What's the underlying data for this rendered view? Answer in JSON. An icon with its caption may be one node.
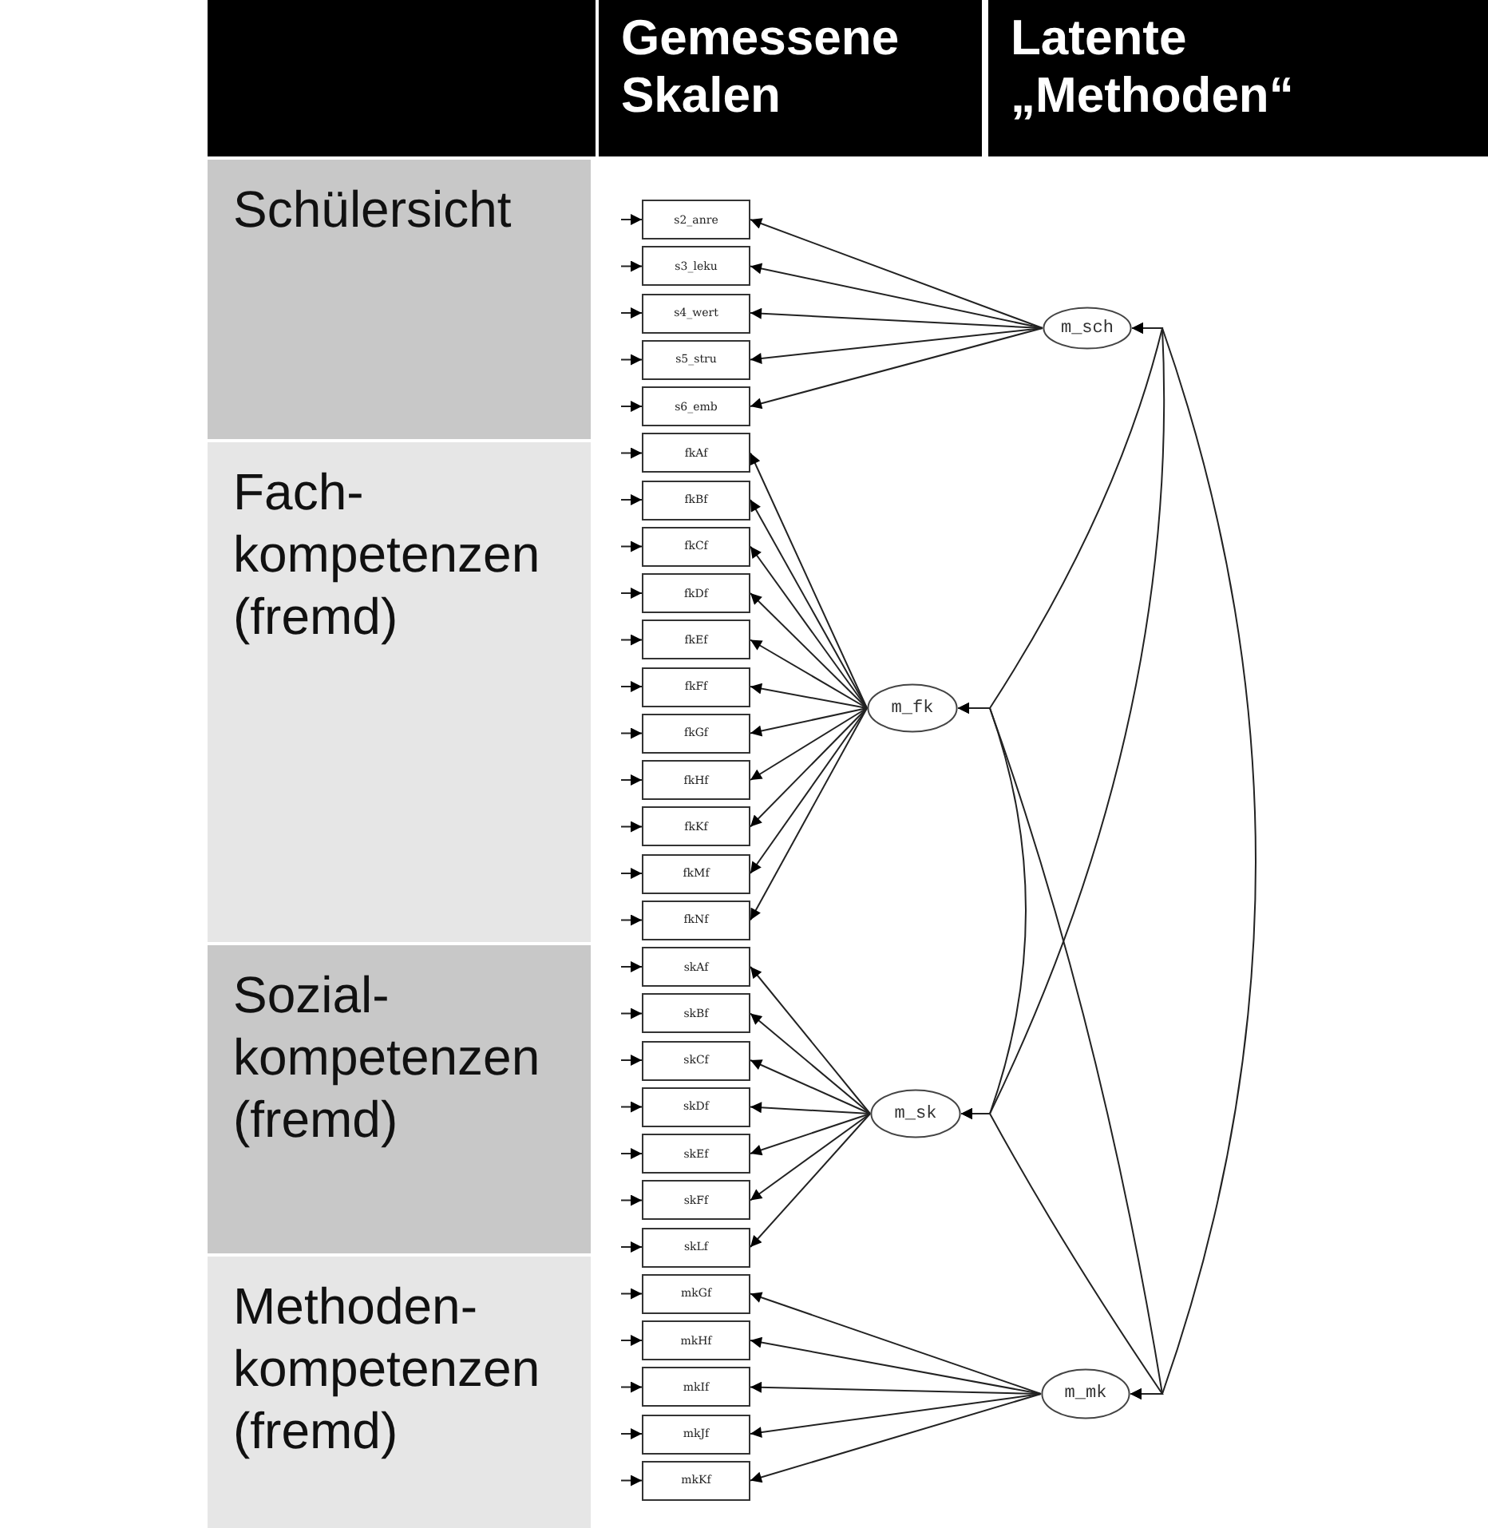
{
  "diagram": {
    "nodes": [
      {
        "text": [],
        "shape": "box"
      },
      {
        "text": [
          "Gemessene Skalen"
        ]
      },
      {
        "text": [
          "Latente „Methoden“"
        ]
      },
      {
        "text": [
          "Schülersicht"
        ]
      },
      {
        "text": [
          "Fach- kompetenzen (fremd)"
        ]
      },
      {
        "text": [
          "Sozial- kompetenzen (fremd)"
        ]
      },
      {
        "text": [
          "Methoden- kompetenzen (fremd)"
        ]
      },
      {
        "text": [
          "s2_anre"
        ]
      },
      {
        "text": [
          "s3_leku"
        ]
      },
      {
        "text": [
          "s4_wert"
        ]
      },
      {
        "text": [
          "s5_stru"
        ]
      },
      {
        "text": [
          "s6_emb"
        ]
      },
      {
        "text": [
          "fkAf"
        ]
      },
      {
        "text": [
          "fkBf"
        ]
      },
      {
        "text": [
          "fkCf"
        ]
      },
      {
        "text": [
          "fkDf"
        ]
      },
      {
        "text": [
          "fkEf"
        ]
      },
      {
        "text": [
          "fkFf"
        ]
      },
      {
        "text": [
          "fkGf"
        ]
      },
      {
        "text": [
          "fkHf"
        ]
      },
      {
        "text": [
          "fkKf"
        ]
      },
      {
        "text": [
          "fkMf"
        ]
      },
      {
        "text": [
          "fkNf"
        ]
      },
      {
        "text": [
          "skAf"
        ]
      },
      {
        "text": [
          "skBf"
        ]
      },
      {
        "text": [
          "skCf"
        ]
      },
      {
        "text": [
          "skDf"
        ]
      },
      {
        "text": [
          "skEf"
        ]
      },
      {
        "text": [
          "skFf"
        ]
      },
      {
        "text": [
          "skLf"
        ]
      },
      {
        "text": [
          "mkGf"
        ]
      },
      {
        "text": [
          "mkHf"
        ]
      },
      {
        "text": [
          "mkIf"
        ]
      },
      {
        "text": [
          "mkJf"
        ]
      },
      {
        "text": [
          "mkKf"
        ]
      },
      {
        "text": [
          "m_sch"
        ]
      },
      {
        "text": [
          "m_fk"
        ]
      },
      {
        "text": [
          "m_sk"
        ]
      },
      {
        "text": [
          "m_mk"
        ]
      }
    ],
    "edges": [
      {
        "from": 35,
        "to": 7,
        "arrow": "to"
      },
      {
        "from": 35,
        "to": 8,
        "arrow": "to"
      },
      {
        "from": 35,
        "to": 9,
        "arrow": "to"
      },
      {
        "from": 35,
        "to": 10,
        "arrow": "to"
      },
      {
        "from": 35,
        "to": 11,
        "arrow": "to"
      },
      {
        "from": 36,
        "to": 12,
        "arrow": "to"
      },
      {
        "from": 36,
        "to": 13,
        "arrow": "to"
      },
      {
        "from": 36,
        "to": 14,
        "arrow": "to"
      },
      {
        "from": 36,
        "to": 15,
        "arrow": "to"
      },
      {
        "from": 36,
        "to": 16,
        "arrow": "to"
      },
      {
        "from": 36,
        "to": 17,
        "arrow": "to"
      },
      {
        "from": 36,
        "to": 18,
        "arrow": "to"
      },
      {
        "from": 36,
        "to": 19,
        "arrow": "to"
      },
      {
        "from": 36,
        "to": 20,
        "arrow": "to"
      },
      {
        "from": 36,
        "to": 21,
        "arrow": "to"
      },
      {
        "from": 36,
        "to": 22,
        "arrow": "to"
      },
      {
        "from": 37,
        "to": 23,
        "arrow": "to"
      },
      {
        "from": 37,
        "to": 24,
        "arrow": "to"
      },
      {
        "from": 37,
        "to": 25,
        "arrow": "to"
      },
      {
        "from": 37,
        "to": 26,
        "arrow": "to"
      },
      {
        "from": 37,
        "to": 27,
        "arrow": "to"
      },
      {
        "from": 37,
        "to": 28,
        "arrow": "to"
      },
      {
        "from": 37,
        "to": 29,
        "arrow": "to"
      },
      {
        "from": 38,
        "to": 30,
        "arrow": "to"
      },
      {
        "from": 38,
        "to": 31,
        "arrow": "to"
      },
      {
        "from": 38,
        "to": 32,
        "arrow": "to"
      },
      {
        "from": 38,
        "to": 33,
        "arrow": "to"
      },
      {
        "from": 38,
        "to": 34,
        "arrow": "to"
      },
      {
        "from": null,
        "to": 7,
        "arrow": "to"
      },
      {
        "from": null,
        "to": 8,
        "arrow": "to"
      },
      {
        "from": null,
        "to": 9,
        "arrow": "to"
      },
      {
        "from": null,
        "to": 10,
        "arrow": "to"
      },
      {
        "from": null,
        "to": 11,
        "arrow": "to"
      },
      {
        "from": null,
        "to": 12,
        "arrow": "to"
      },
      {
        "from": null,
        "to": 13,
        "arrow": "to"
      },
      {
        "from": null,
        "to": 14,
        "arrow": "to"
      },
      {
        "from": null,
        "to": 15,
        "arrow": "to"
      },
      {
        "from": null,
        "to": 16,
        "arrow": "to"
      },
      {
        "from": null,
        "to": 17,
        "arrow": "to"
      },
      {
        "from": null,
        "to": 18,
        "arrow": "to"
      },
      {
        "from": null,
        "to": 19,
        "arrow": "to"
      },
      {
        "from": null,
        "to": 20,
        "arrow": "to"
      },
      {
        "from": null,
        "to": 21,
        "arrow": "to"
      },
      {
        "from": null,
        "to": 22,
        "arrow": "to"
      },
      {
        "from": null,
        "to": 23,
        "arrow": "to"
      },
      {
        "from": null,
        "to": 24,
        "arrow": "to"
      },
      {
        "from": null,
        "to": 25,
        "arrow": "to"
      },
      {
        "from": null,
        "to": 26,
        "arrow": "to"
      },
      {
        "from": null,
        "to": 27,
        "arrow": "to"
      },
      {
        "from": null,
        "to": 28,
        "arrow": "to"
      },
      {
        "from": null,
        "to": 29,
        "arrow": "to"
      },
      {
        "from": null,
        "to": 30,
        "arrow": "to"
      },
      {
        "from": null,
        "to": 31,
        "arrow": "to"
      },
      {
        "from": null,
        "to": 32,
        "arrow": "to"
      },
      {
        "from": null,
        "to": 33,
        "arrow": "to"
      },
      {
        "from": null,
        "to": 34,
        "arrow": "to"
      },
      {
        "from": 35,
        "to": 36,
        "arrow": "both"
      },
      {
        "from": 35,
        "to": 37,
        "arrow": "both"
      },
      {
        "from": 35,
        "to": 38,
        "arrow": "both"
      },
      {
        "from": 36,
        "to": 37,
        "arrow": "both"
      },
      {
        "from": 36,
        "to": 38,
        "arrow": "both"
      },
      {
        "from": 37,
        "to": 38,
        "arrow": "both"
      }
    ]
  }
}
